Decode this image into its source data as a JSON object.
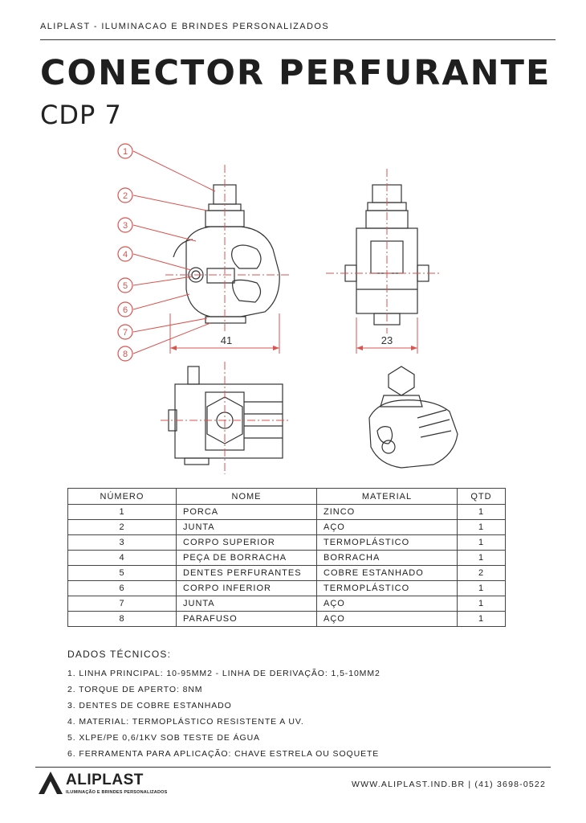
{
  "header": {
    "company": "ALIPLAST - ILUMINACAO E BRINDES PERSONALIZADOS"
  },
  "product": {
    "title": "CONECTOR PERFURANTE",
    "model": "CDP 7"
  },
  "drawing": {
    "callouts": [
      "1",
      "2",
      "3",
      "4",
      "5",
      "6",
      "7",
      "8"
    ],
    "dimension_width": "41",
    "dimension_depth": "23",
    "accent_color": "#d9534f"
  },
  "table": {
    "headers": [
      "NÚMERO",
      "NOME",
      "MATERIAL",
      "QTD"
    ],
    "rows": [
      [
        "1",
        "PORCA",
        "ZINCO",
        "1"
      ],
      [
        "2",
        "JUNTA",
        "AÇO",
        "1"
      ],
      [
        "3",
        "CORPO SUPERIOR",
        "TERMOPLÁSTICO",
        "1"
      ],
      [
        "4",
        "PEÇA DE BORRACHA",
        "BORRACHA",
        "1"
      ],
      [
        "5",
        "DENTES PERFURANTES",
        "COBRE ESTANHADO",
        "2"
      ],
      [
        "6",
        "CORPO INFERIOR",
        "TERMOPLÁSTICO",
        "1"
      ],
      [
        "7",
        "JUNTA",
        "AÇO",
        "1"
      ],
      [
        "8",
        "PARAFUSO",
        "AÇO",
        "1"
      ]
    ]
  },
  "tech": {
    "title": "DADOS TÉCNICOS:",
    "items": [
      "1.  LINHA PRINCIPAL: 10-95MM2 - LINHA DE DERIVAÇÃO: 1,5-10MM2",
      "2. TORQUE DE APERTO: 8NM",
      "3. DENTES DE COBRE ESTANHADO",
      "4. MATERIAL: TERMOPLÁSTICO RESISTENTE A UV.",
      "5. XLPE/PE 0,6/1KV SOB TESTE DE ÁGUA",
      "6. FERRAMENTA PARA APLICAÇÃO: CHAVE ESTRELA OU SOQUETE"
    ]
  },
  "footer": {
    "logo_name": "ALIPLAST",
    "logo_tagline": "ILUMINAÇÃO E BRINDES PERSONALIZADOS",
    "contact": "WWW.ALIPLAST.IND.BR | (41) 3698-0522"
  }
}
